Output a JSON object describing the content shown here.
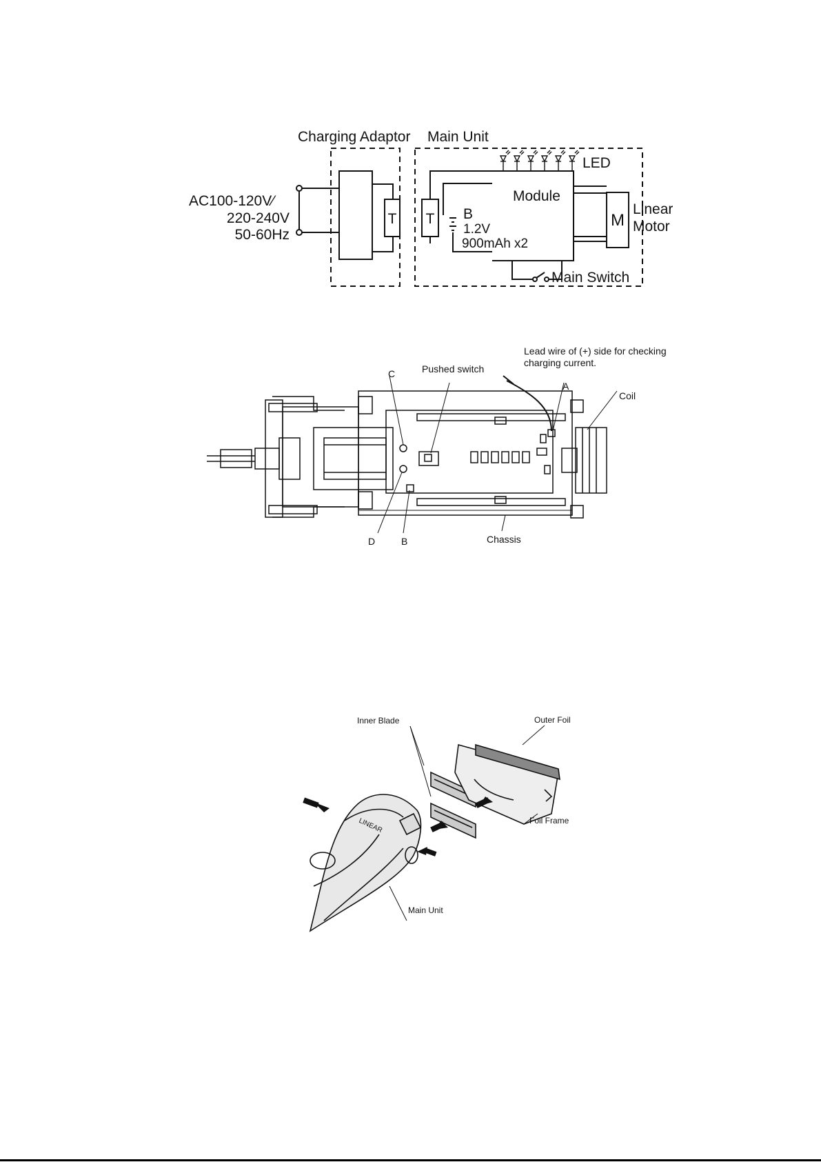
{
  "circuit": {
    "charging_adaptor": "Charging Adaptor",
    "main_unit": "Main Unit",
    "ac_line1": "AC100-120V∕",
    "ac_line2": "220-240V",
    "ac_line3": "50-60Hz",
    "transformer_adaptor": "T",
    "transformer_main": "T",
    "battery_letter": "B",
    "battery_voltage": "1.2V",
    "battery_capacity": "900mAh x2",
    "module": "Module",
    "led": "LED",
    "motor_symbol": "M",
    "linear_motor_1": "Linear",
    "linear_motor_2": "Motor",
    "main_switch": "Main Switch"
  },
  "assembly": {
    "lead_wire_1": "Lead wire of (+) side for checking",
    "lead_wire_2": "charging current.",
    "pushed_switch": "Pushed switch",
    "point_a": "A",
    "point_b": "B",
    "point_c": "C",
    "point_d": "D",
    "coil": "Coil",
    "chassis": "Chassis"
  },
  "exploded": {
    "outer_foil": "Outer Foil",
    "inner_blade": "Inner Blade",
    "foil_frame": "Foil Frame",
    "main_unit": "Main Unit",
    "logo_text": "LINEAR"
  },
  "colors": {
    "line": "#111111",
    "shade": "#bbbbbb"
  }
}
